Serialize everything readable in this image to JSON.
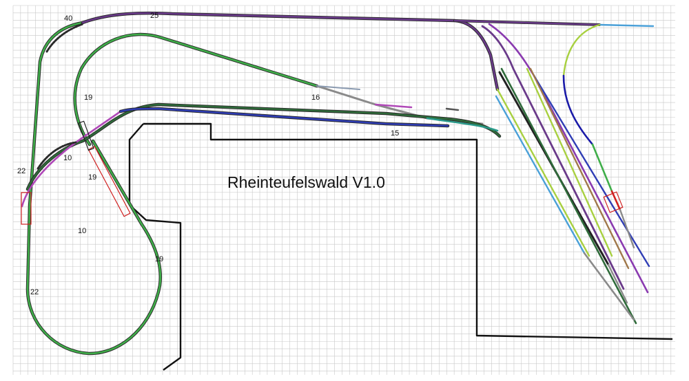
{
  "title": "Rheinteufelswald V1.0",
  "labels": [
    "40",
    "25",
    "19",
    "16",
    "15",
    "10",
    "22",
    "19",
    "10",
    "19",
    "22"
  ],
  "colors": {
    "green": "#3fae49",
    "dark_green": "#2f6b3a",
    "purple": "#6a3a8a",
    "violet": "#8a3ab0",
    "magenta": "#b048b8",
    "blue": "#2f3db5",
    "navy": "#1a1aa8",
    "teal": "#2a9a8a",
    "lime": "#a8d040",
    "olive": "#6b7a3a",
    "black": "#222222",
    "brown": "#a0784a",
    "sky": "#4aa0d8",
    "gray": "#8a8a8a",
    "red": "#d02020",
    "wall": "#111111"
  }
}
